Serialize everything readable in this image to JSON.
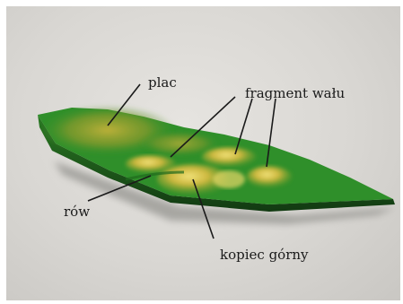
{
  "labels": {
    "plac": "plac",
    "fragment_walu": "fragment wału",
    "row": "rów",
    "kopiec_gorny": "kopiec górny"
  },
  "colors": {
    "background": "#dad8d4",
    "terrain_green": "#2f8f2a",
    "terrain_dark": "#1d5e1c",
    "terrain_yellow": "#c9b63a",
    "label_text": "#1a1a1a"
  }
}
